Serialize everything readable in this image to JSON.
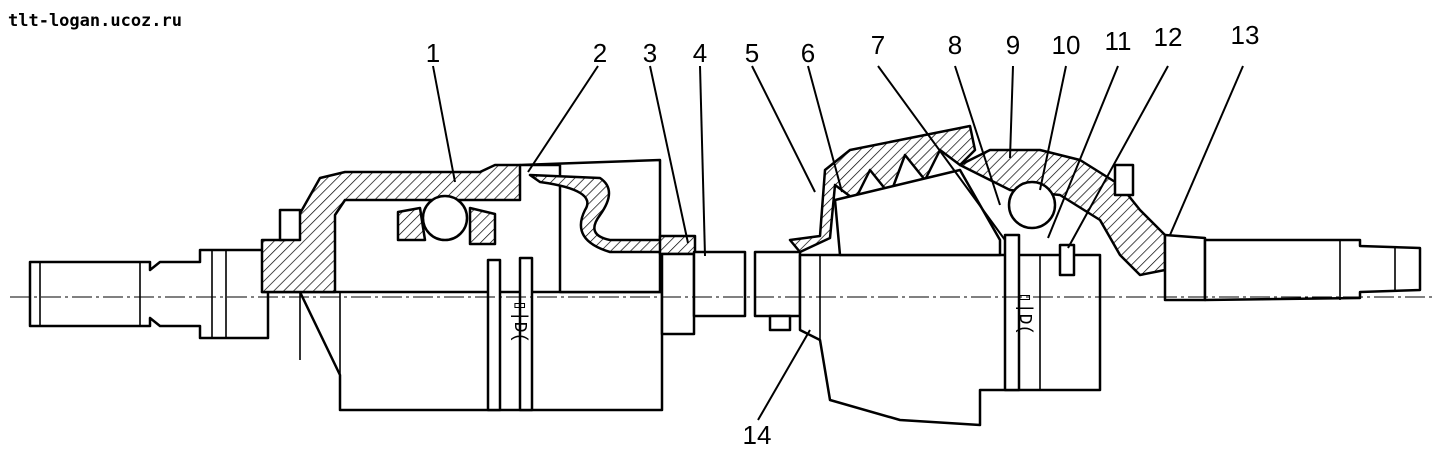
{
  "watermark": "tlt-logan.ucoz.ru",
  "callouts": [
    "1",
    "2",
    "3",
    "4",
    "5",
    "6",
    "7",
    "8",
    "9",
    "10",
    "11",
    "12",
    "13",
    "14"
  ]
}
